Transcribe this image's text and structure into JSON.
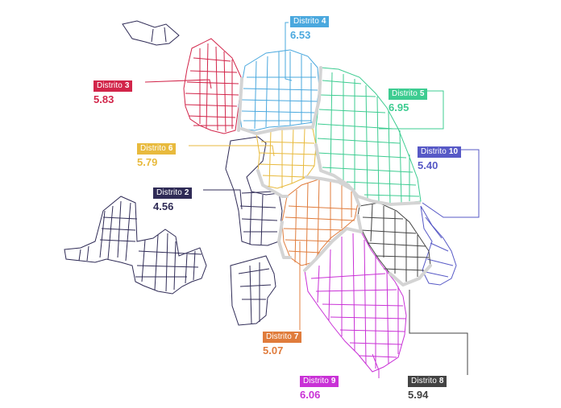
{
  "districts": [
    {
      "id": "d1",
      "label_prefix": "Distrito",
      "number": "3",
      "value": "5.83",
      "color": "#d2254a"
    },
    {
      "id": "d2",
      "label_prefix": "Distrito",
      "number": "4",
      "value": "6.53",
      "color": "#4aa8de"
    },
    {
      "id": "d3",
      "label_prefix": "Distrito",
      "number": "5",
      "value": "6.95",
      "color": "#3dcc91"
    },
    {
      "id": "d4",
      "label_prefix": "Distrito",
      "number": "6",
      "value": "5.79",
      "color": "#e8ba3d"
    },
    {
      "id": "d5",
      "label_prefix": "Distrito",
      "number": "10",
      "value": "5.40",
      "color": "#5759c6"
    },
    {
      "id": "d6",
      "label_prefix": "Distrito",
      "number": "2",
      "value": "4.56",
      "color": "#2f2b56"
    },
    {
      "id": "d7",
      "label_prefix": "Distrito",
      "number": "7",
      "value": "5.07",
      "color": "#e07c3c"
    },
    {
      "id": "d8",
      "label_prefix": "Distrito",
      "number": "9",
      "value": "6.06",
      "color": "#c931d6"
    },
    {
      "id": "d9",
      "label_prefix": "Distrito",
      "number": "8",
      "value": "5.94",
      "color": "#434343"
    }
  ],
  "colors": {
    "boundary": "#d4d4d4"
  }
}
